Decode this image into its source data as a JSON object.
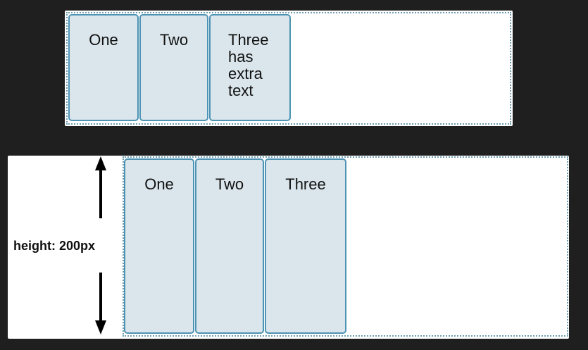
{
  "top_example": {
    "items": [
      {
        "label": "One"
      },
      {
        "label": "Two"
      },
      {
        "label": "Three has extra text"
      }
    ]
  },
  "bottom_example": {
    "items": [
      {
        "label": "One"
      },
      {
        "label": "Two"
      },
      {
        "label": "Three"
      }
    ],
    "height_annotation": "height: 200px"
  },
  "colors": {
    "background": "#1f1f1f",
    "panel": "#ffffff",
    "item_fill": "#dbe6ec",
    "item_border": "#4d93b4",
    "dotted_border": "#6d9cb0"
  }
}
